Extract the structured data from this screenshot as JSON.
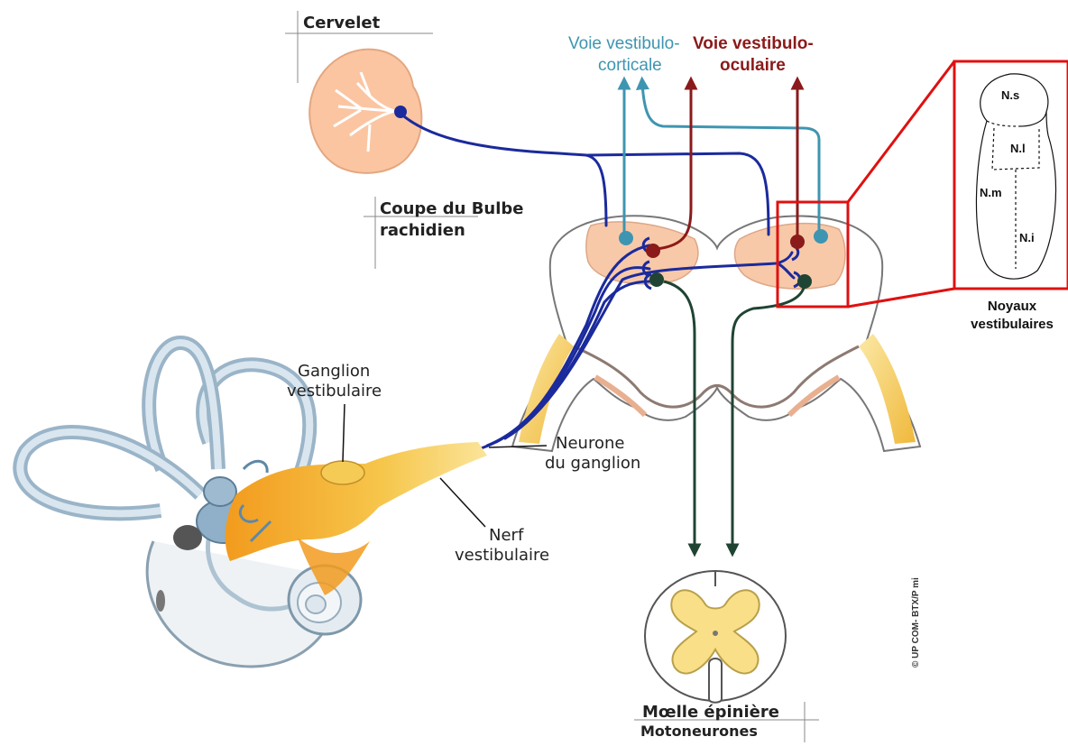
{
  "colors": {
    "cyan_pathway": "#3e95b1",
    "red_pathway": "#8b1a1a",
    "blue_fiber": "#1b2a9c",
    "green_pathway": "#1f4433",
    "nucleus_fill": "#f8c9a8",
    "highlight_box": "#e01010",
    "cerebellum_fill": "#fbc5a2",
    "nerve_yellow": "#f5c040"
  },
  "labels": {
    "cervelet": "Cervelet",
    "voie_vc_line1": "Voie vestibulo-",
    "voie_vc_line2": "corticale",
    "voie_vo_line1": "Voie vestibulo-",
    "voie_vo_line2": "oculaire",
    "coupe_line1": "Coupe du Bulbe",
    "coupe_line2": "rachidien",
    "ganglion_line1": "Ganglion",
    "ganglion_line2": "vestibulaire",
    "neurone_line1": "Neurone",
    "neurone_line2": "du ganglion",
    "nerf_line1": "Nerf",
    "nerf_line2": "vestibulaire",
    "moelle": "Mœlle épinière",
    "motoneurones": "Motoneurones",
    "noyaux_line1": "Noyaux",
    "noyaux_line2": "vestibulaires",
    "credit": "© UP COM- BTX/P mi"
  },
  "nuclei_inset": {
    "ns": "N.s",
    "nl": "N.l",
    "nm": "N.m",
    "ni": "N.i"
  },
  "icons": {
    "cerebellum": "cerebellum-icon",
    "inner_ear": "inner-ear-icon",
    "spinal_cord": "spinal-cord-icon",
    "medulla": "medulla-section-icon"
  }
}
